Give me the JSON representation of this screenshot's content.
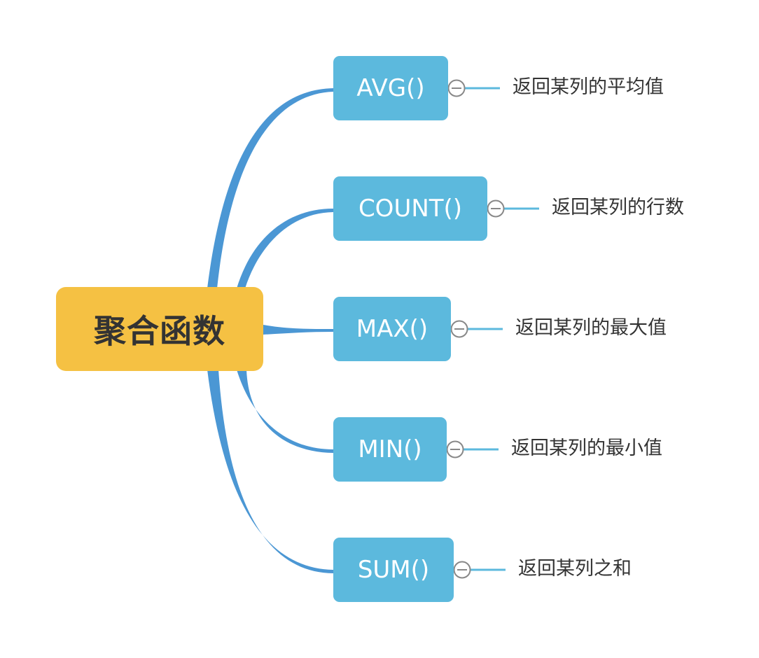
{
  "root": {
    "label": "聚合函数",
    "color": "#f5c143"
  },
  "branches": [
    {
      "id": "avg",
      "label": "AVG()",
      "description": "返回某列的平均值"
    },
    {
      "id": "count",
      "label": "COUNT()",
      "description": "返回某列的行数"
    },
    {
      "id": "max",
      "label": "MAX()",
      "description": "返回某列的最大值"
    },
    {
      "id": "min",
      "label": "MIN()",
      "description": "返回某列的最小值"
    },
    {
      "id": "sum",
      "label": "SUM()",
      "description": "返回某列之和"
    }
  ],
  "colors": {
    "branch_fill": "#5cb9dd",
    "connector": "#4b97d4",
    "leaf_line": "#5cb9dd",
    "collapse_stroke": "#888888"
  },
  "icons": {
    "collapse": "collapse-minus-icon"
  }
}
